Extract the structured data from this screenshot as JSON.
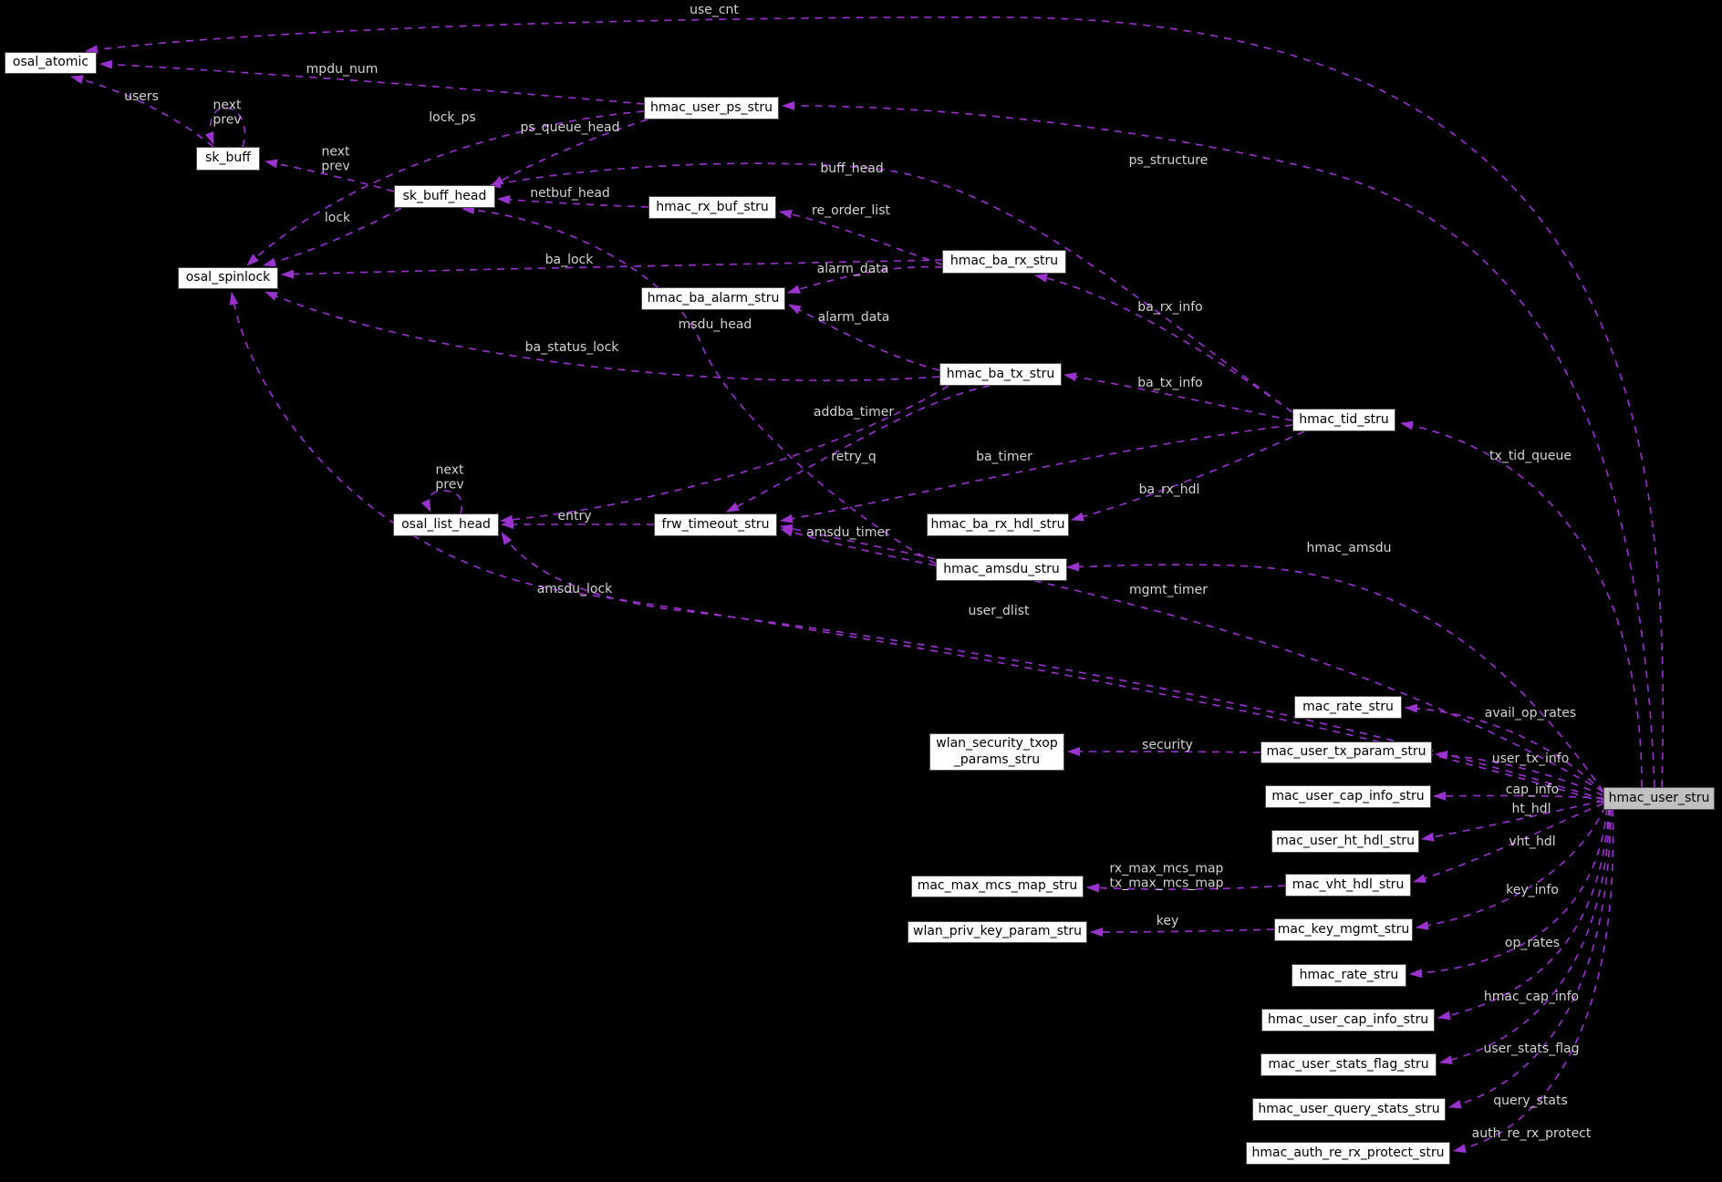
{
  "diagram": {
    "kind": "collaboration-graph",
    "root": "hmac_user_stru"
  },
  "colors": {
    "background": "#000000",
    "edge": "#9a32cd",
    "node_fill": "#ffffff",
    "node_border": "#4d4d4d",
    "node_text": "#000000",
    "highlight_fill": "#c0c0c0",
    "label_text": "#d4d4d4"
  },
  "nodes": {
    "osal_atomic": {
      "label": "osal_atomic"
    },
    "sk_buff": {
      "label": "sk_buff"
    },
    "sk_buff_head": {
      "label": "sk_buff_head"
    },
    "osal_spinlock": {
      "label": "osal_spinlock"
    },
    "hmac_user_ps_stru": {
      "label": "hmac_user_ps_stru"
    },
    "hmac_rx_buf_stru": {
      "label": "hmac_rx_buf_stru"
    },
    "hmac_ba_rx_stru": {
      "label": "hmac_ba_rx_stru"
    },
    "hmac_ba_alarm_stru": {
      "label": "hmac_ba_alarm_stru"
    },
    "hmac_ba_tx_stru": {
      "label": "hmac_ba_tx_stru"
    },
    "hmac_tid_stru": {
      "label": "hmac_tid_stru"
    },
    "osal_list_head": {
      "label": "osal_list_head"
    },
    "frw_timeout_stru": {
      "label": "frw_timeout_stru"
    },
    "hmac_ba_rx_hdl_stru": {
      "label": "hmac_ba_rx_hdl_stru"
    },
    "hmac_amsdu_stru": {
      "label": "hmac_amsdu_stru"
    },
    "wlan_security_txop_params_stru": {
      "label": "wlan_security_txop\n_params_stru"
    },
    "mac_rate_stru": {
      "label": "mac_rate_stru"
    },
    "mac_user_tx_param_stru": {
      "label": "mac_user_tx_param_stru"
    },
    "mac_user_cap_info_stru": {
      "label": "mac_user_cap_info_stru"
    },
    "mac_user_ht_hdl_stru": {
      "label": "mac_user_ht_hdl_stru"
    },
    "mac_max_mcs_map_stru": {
      "label": "mac_max_mcs_map_stru"
    },
    "mac_vht_hdl_stru": {
      "label": "mac_vht_hdl_stru"
    },
    "wlan_priv_key_param_stru": {
      "label": "wlan_priv_key_param_stru"
    },
    "mac_key_mgmt_stru": {
      "label": "mac_key_mgmt_stru"
    },
    "hmac_rate_stru": {
      "label": "hmac_rate_stru"
    },
    "hmac_user_cap_info_stru": {
      "label": "hmac_user_cap_info_stru"
    },
    "mac_user_stats_flag_stru": {
      "label": "mac_user_stats_flag_stru"
    },
    "hmac_user_query_stats_stru": {
      "label": "hmac_user_query_stats_stru"
    },
    "hmac_auth_re_rx_protect_stru": {
      "label": "hmac_auth_re_rx_protect_stru"
    },
    "hmac_user_stru": {
      "label": "hmac_user_stru",
      "highlighted": true
    }
  },
  "edges": {
    "use_cnt": {
      "label": "use_cnt",
      "from": "hmac_user_stru",
      "to": "osal_atomic"
    },
    "mpdu_num": {
      "label": "mpdu_num",
      "from": "hmac_user_ps_stru",
      "to": "osal_atomic"
    },
    "users": {
      "label": "users",
      "from": "sk_buff",
      "to": "osal_atomic"
    },
    "sk_buff_loop": {
      "label": "next\nprev",
      "from": "sk_buff",
      "to": "sk_buff"
    },
    "lock_ps": {
      "label": "lock_ps",
      "from": "hmac_user_ps_stru",
      "to": "osal_spinlock"
    },
    "ps_queue_head": {
      "label": "ps_queue_head",
      "from": "hmac_user_ps_stru",
      "to": "sk_buff_head"
    },
    "sk_buff_head_links": {
      "label": "next\nprev",
      "from": "sk_buff_head",
      "to": "sk_buff"
    },
    "buff_head": {
      "label": "buff_head",
      "from": "hmac_tid_stru",
      "to": "sk_buff_head"
    },
    "netbuf_head": {
      "label": "netbuf_head",
      "from": "hmac_rx_buf_stru",
      "to": "sk_buff_head"
    },
    "re_order_list": {
      "label": "re_order_list",
      "from": "hmac_ba_rx_stru",
      "to": "hmac_rx_buf_stru"
    },
    "lock": {
      "label": "lock",
      "from": "sk_buff_head",
      "to": "osal_spinlock"
    },
    "ba_lock": {
      "label": "ba_lock",
      "from": "hmac_ba_rx_stru",
      "to": "osal_spinlock"
    },
    "alarm_data_rx": {
      "label": "alarm_data",
      "from": "hmac_ba_rx_stru",
      "to": "hmac_ba_alarm_stru"
    },
    "alarm_data_tx": {
      "label": "alarm_data",
      "from": "hmac_ba_tx_stru",
      "to": "hmac_ba_alarm_stru"
    },
    "msdu_head": {
      "label": "msdu_head",
      "from": "hmac_amsdu_stru",
      "to": "sk_buff_head"
    },
    "ba_status_lock": {
      "label": "ba_status_lock",
      "from": "hmac_ba_tx_stru",
      "to": "osal_spinlock"
    },
    "ps_structure": {
      "label": "ps_structure",
      "from": "hmac_user_stru",
      "to": "hmac_user_ps_stru"
    },
    "ba_rx_info": {
      "label": "ba_rx_info",
      "from": "hmac_tid_stru",
      "to": "hmac_ba_rx_stru"
    },
    "ba_tx_info": {
      "label": "ba_tx_info",
      "from": "hmac_tid_stru",
      "to": "hmac_ba_tx_stru"
    },
    "addba_timer": {
      "label": "addba_timer",
      "from": "hmac_ba_tx_stru",
      "to": "frw_timeout_stru"
    },
    "retry_q": {
      "label": "retry_q",
      "from": "hmac_ba_tx_stru",
      "to": "osal_list_head"
    },
    "ba_timer": {
      "label": "ba_timer",
      "from": "hmac_tid_stru",
      "to": "frw_timeout_stru"
    },
    "ba_rx_hdl": {
      "label": "ba_rx_hdl",
      "from": "hmac_tid_stru",
      "to": "hmac_ba_rx_hdl_stru"
    },
    "tx_tid_queue": {
      "label": "tx_tid_queue",
      "from": "hmac_user_stru",
      "to": "hmac_tid_stru"
    },
    "list_loop": {
      "label": "next\nprev",
      "from": "osal_list_head",
      "to": "osal_list_head"
    },
    "entry": {
      "label": "entry",
      "from": "frw_timeout_stru",
      "to": "osal_list_head"
    },
    "amsdu_timer": {
      "label": "amsdu_timer",
      "from": "hmac_amsdu_stru",
      "to": "frw_timeout_stru"
    },
    "hmac_amsdu": {
      "label": "hmac_amsdu",
      "from": "hmac_user_stru",
      "to": "hmac_amsdu_stru"
    },
    "amsdu_lock": {
      "label": "amsdu_lock",
      "from": "hmac_user_stru",
      "to": "osal_spinlock"
    },
    "mgmt_timer": {
      "label": "mgmt_timer",
      "from": "hmac_user_stru",
      "to": "frw_timeout_stru"
    },
    "user_dlist": {
      "label": "user_dlist",
      "from": "hmac_user_stru",
      "to": "osal_list_head"
    },
    "avail_op_rates": {
      "label": "avail_op_rates",
      "from": "hmac_user_stru",
      "to": "mac_rate_stru"
    },
    "security": {
      "label": "security",
      "from": "mac_user_tx_param_stru",
      "to": "wlan_security_txop_params_stru"
    },
    "user_tx_info": {
      "label": "user_tx_info",
      "from": "hmac_user_stru",
      "to": "mac_user_tx_param_stru"
    },
    "cap_info": {
      "label": "cap_info",
      "from": "hmac_user_stru",
      "to": "mac_user_cap_info_stru"
    },
    "ht_hdl": {
      "label": "ht_hdl",
      "from": "hmac_user_stru",
      "to": "mac_user_ht_hdl_stru"
    },
    "vht_hdl": {
      "label": "vht_hdl",
      "from": "hmac_user_stru",
      "to": "mac_vht_hdl_stru"
    },
    "mcs_map": {
      "label": "rx_max_mcs_map\ntx_max_mcs_map",
      "from": "mac_vht_hdl_stru",
      "to": "mac_max_mcs_map_stru"
    },
    "key_info": {
      "label": "key_info",
      "from": "hmac_user_stru",
      "to": "mac_key_mgmt_stru"
    },
    "key": {
      "label": "key",
      "from": "mac_key_mgmt_stru",
      "to": "wlan_priv_key_param_stru"
    },
    "op_rates": {
      "label": "op_rates",
      "from": "hmac_user_stru",
      "to": "hmac_rate_stru"
    },
    "hmac_cap_info": {
      "label": "hmac_cap_info",
      "from": "hmac_user_stru",
      "to": "hmac_user_cap_info_stru"
    },
    "user_stats_flag": {
      "label": "user_stats_flag",
      "from": "hmac_user_stru",
      "to": "mac_user_stats_flag_stru"
    },
    "query_stats": {
      "label": "query_stats",
      "from": "hmac_user_stru",
      "to": "hmac_user_query_stats_stru"
    },
    "auth_re_rx_protect": {
      "label": "auth_re_rx_protect",
      "from": "hmac_user_stru",
      "to": "hmac_auth_re_rx_protect_stru"
    }
  }
}
